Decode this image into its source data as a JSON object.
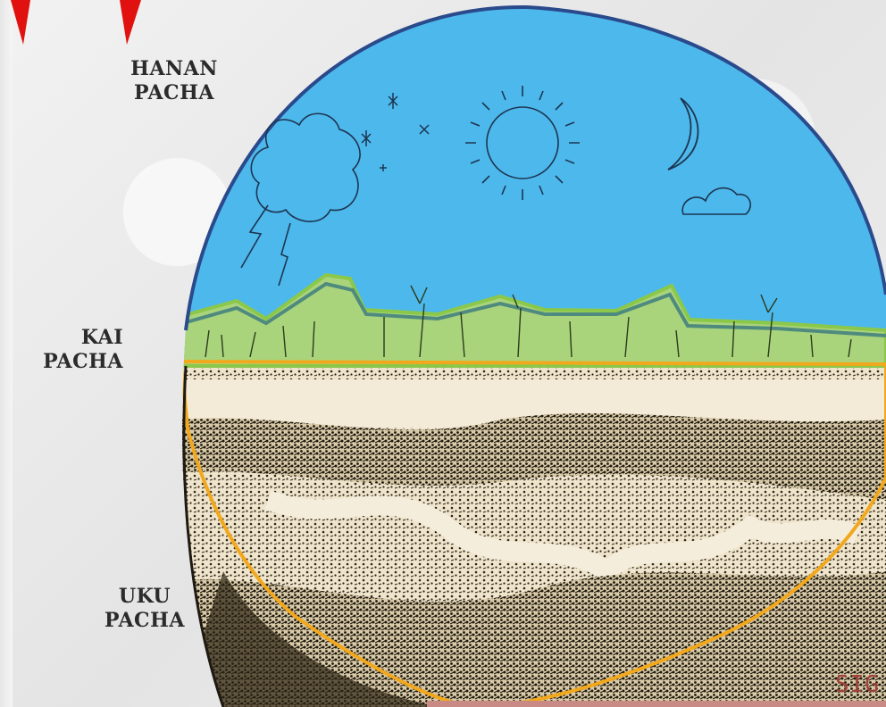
{
  "labels": {
    "hanan": [
      "HANAN",
      "PACHA"
    ],
    "kai": [
      "KAI",
      "PACHA"
    ],
    "uku": [
      "UKU",
      "PACHA"
    ]
  },
  "signature": "SIG",
  "colors": {
    "sky": "#4db8ec",
    "kai_band": "#a9d47c",
    "kai_outline": "#8bc84a",
    "uku_outline": "#f2a81d",
    "earth_light": "#f3ead8",
    "earth_dark": "#2c2414",
    "pointer_red": "#e0110e"
  },
  "icons": [
    "sun-icon",
    "moon-icon",
    "cloud-icon",
    "star-icon",
    "lightning-icon"
  ]
}
